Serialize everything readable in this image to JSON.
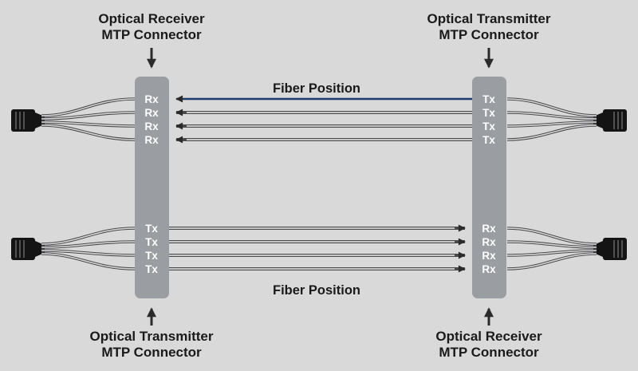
{
  "labels": {
    "top_left_line1": "Optical Receiver",
    "top_left_line2": "MTP Connector",
    "top_right_line1": "Optical Transmitter",
    "top_right_line2": "MTP Connector",
    "bottom_left_line1": "Optical Transmitter",
    "bottom_left_line2": "MTP Connector",
    "bottom_right_line1": "Optical Receiver",
    "bottom_right_line2": "MTP Connector",
    "fiber_position_top": "Fiber Position",
    "fiber_position_bottom": "Fiber Position"
  },
  "connectors": {
    "left": {
      "top_ports": [
        "Rx",
        "Rx",
        "Rx",
        "Rx"
      ],
      "bottom_ports": [
        "Tx",
        "Tx",
        "Tx",
        "Tx"
      ]
    },
    "right": {
      "top_ports": [
        "Tx",
        "Tx",
        "Tx",
        "Tx"
      ],
      "bottom_ports": [
        "Rx",
        "Rx",
        "Rx",
        "Rx"
      ]
    }
  },
  "colors": {
    "background": "#d9d9d9",
    "connector_fill": "#9a9da1",
    "port_text": "#ffffff",
    "label_text": "#1a1a1a",
    "fiber_outline": "#4a4a4d",
    "fiber_core": "#d9d9d9",
    "fiber_highlight": "#203a6e",
    "arrow": "#2b2b2b",
    "ferrule": "#141414"
  }
}
